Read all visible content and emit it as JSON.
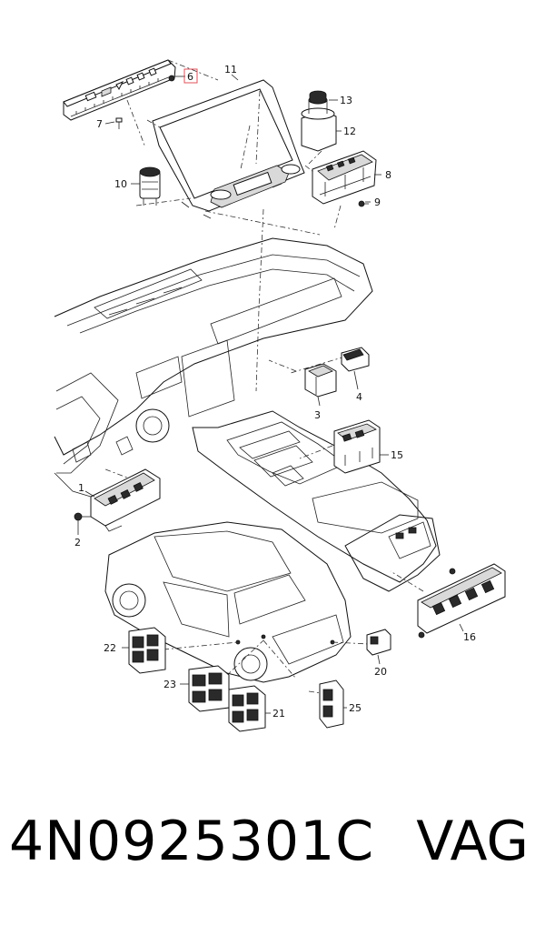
{
  "diagram": {
    "callouts": [
      "1",
      "2",
      "3",
      "4",
      "6",
      "7",
      "8",
      "9",
      "10",
      "11",
      "12",
      "13",
      "15",
      "16",
      "20",
      "21",
      "22",
      "23",
      "25"
    ],
    "highlighted_callout": "6",
    "highlight_color": "#e0505a"
  },
  "footer": {
    "part_number": "4N0925301C",
    "brand": "VAG"
  }
}
